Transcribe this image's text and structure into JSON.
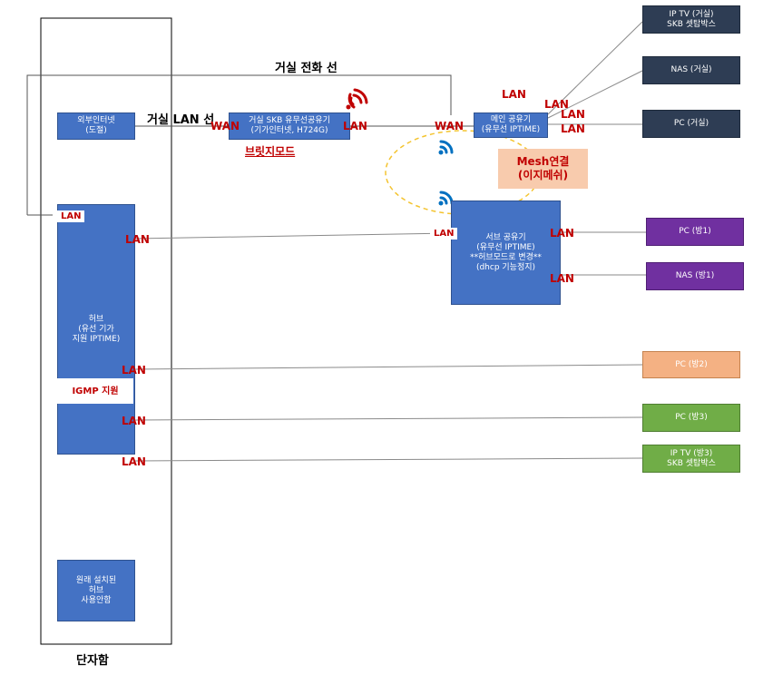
{
  "cabinet_label": "단자함",
  "labels": {
    "living_phone_line": "거실 전화 선",
    "living_lan_line": "거실 LAN 선",
    "bridge_mode": "브릿지모드",
    "mesh": "Mesh연결\n(이지메쉬)",
    "igmp": "IGMP 지원",
    "lan_tag": "LAN",
    "wan_tag": "WAN"
  },
  "devices": {
    "external_internet": "외부인터넷\n(도절)",
    "skb_router": "거실 SKB 유무선공유기\n(기가인터넷, H724G)",
    "main_router": "메인 공유기\n(유무선 IPTIME)",
    "sub_router": "서브 공유기\n(유무선 IPTIME)\n**허브모드로 변경**\n(dhcp 기능정지)",
    "hub": "허브\n(유선 기가\n지원 IPTIME)",
    "old_hub": "원래 설치된\n허브\n사용안함",
    "iptv_living": "IP TV (거실)\nSKB 셋탑박스",
    "nas_living": "NAS (거실)",
    "pc_living": "PC (거실)",
    "pc_room1": "PC (방1)",
    "nas_room1": "NAS (방1)",
    "pc_room2": "PC (방2)",
    "pc_room3": "PC (방3)",
    "iptv_room3": "IP TV (방3)\nSKB 셋탑박스"
  },
  "colors": {
    "device_blue": "#4472c4",
    "device_navy": "#2e3d54",
    "device_purple": "#7030a0",
    "device_orange": "#f4b183",
    "device_green": "#70ad47",
    "port_label_red": "#c00000",
    "mesh_box": "#f8cbad",
    "mesh_ring": "#f4c430",
    "wifi_red": "#c00000",
    "wifi_blue": "#0070c0"
  }
}
